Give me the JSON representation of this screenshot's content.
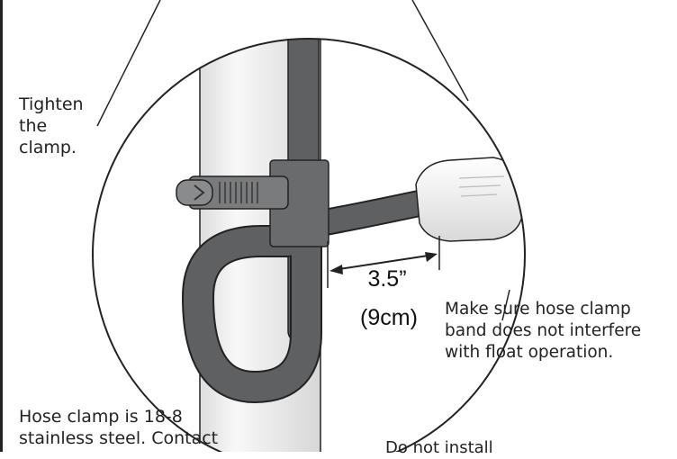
{
  "labels": {
    "tighten": "Tighten\nthe\nclamp.",
    "dimension_in": "3.5”",
    "dimension_cm": "(9cm)",
    "interfere_note": "Make sure hose clamp\nband does not interfere\nwith float operation.",
    "material_note": "Hose clamp is 18-8\nstainless steel. Contact",
    "bottom_note": "Do not install"
  },
  "colors": {
    "hose": "#5f6062",
    "pipe": "#ebeceb",
    "outline": "#222222",
    "clamp_body": "#6a6b6d",
    "float": "#f2f2f2",
    "tank_wall": "#2a2a2a"
  }
}
